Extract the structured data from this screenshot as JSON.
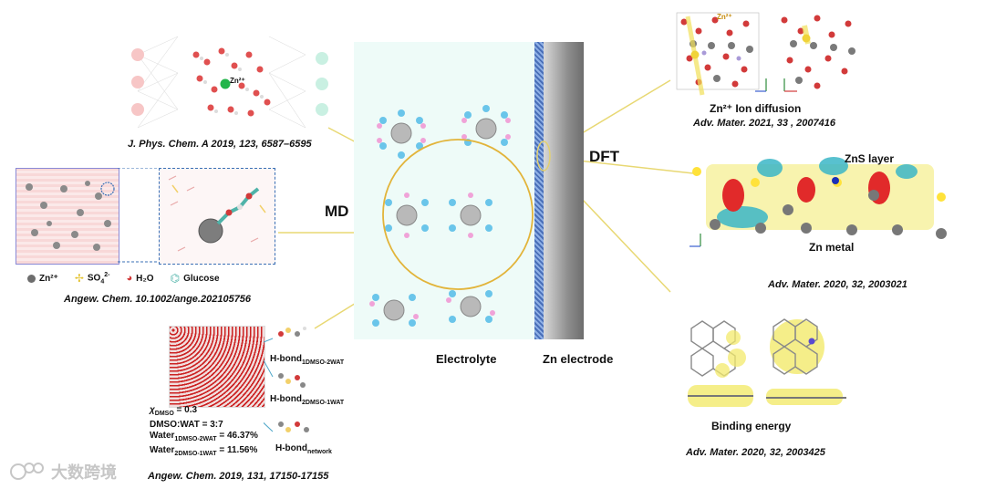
{
  "center": {
    "md_label": "MD",
    "dft_label": "DFT",
    "electrolyte_label": "Electrolyte",
    "electrode_label": "Zn electrode"
  },
  "panels": {
    "top_left": {
      "citation": "J. Phys. Chem. A 2019, 123, 6587–6595",
      "ion_label": "Zn²⁺"
    },
    "mid_left": {
      "citation": "Angew. Chem. 10.1002/ange.202105756",
      "legend": {
        "zn": "Zn²⁺",
        "so4": "SO",
        "so4_sub": "4",
        "so4_sup": "2-",
        "h2o": "H₂O",
        "glucose": "Glucose"
      }
    },
    "bottom_left": {
      "citation": "Angew. Chem. 2019, 131, 17150-17155",
      "hbond1": "H-bond",
      "hbond1_sub": "1DMSO-2WAT",
      "hbond2": "H-bond",
      "hbond2_sub": "2DMSO-1WAT",
      "hbond3": "H-bond",
      "hbond3_sub": "network",
      "stat1_chi": "χ",
      "stat1_sub": "DMSO",
      "stat1_val": " = 0.3",
      "stat2": "DMSO:WAT = 3:7",
      "stat3_pre": "Water",
      "stat3_sub": "1DMSO-2WAT",
      "stat3_val": " = 46.37%",
      "stat4_pre": "Water",
      "stat4_sub": "2DMSO-1WAT",
      "stat4_val": " = 11.56%"
    },
    "top_right": {
      "caption": "Zn²⁺ Ion diffusion",
      "citation": "Adv. Mater. 2021, 33 , 2007416",
      "ion_label": "Zn²⁺"
    },
    "mid_right": {
      "top_label": "ZnS layer",
      "bottom_label": "Zn metal",
      "citation": "Adv. Mater. 2020, 32, 2003021"
    },
    "bottom_right": {
      "caption": "Binding energy",
      "citation": "Adv. Mater. 2020, 32, 2003425"
    }
  },
  "watermark": {
    "text": "大数跨境"
  },
  "colors": {
    "connector": "#e8d873",
    "electrolyte_bg": "#eefbf8",
    "circle": "#e2b43a",
    "electrode": "#5b7fc0"
  }
}
